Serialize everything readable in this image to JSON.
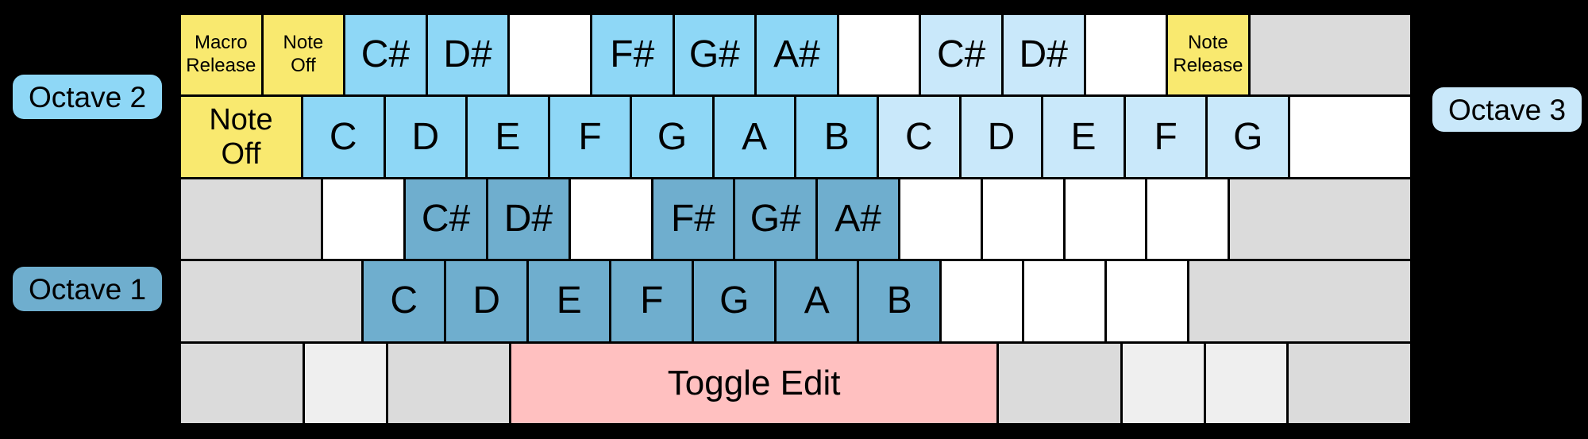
{
  "colors": {
    "background": "#000000",
    "border": "#000000",
    "text": "#000000",
    "octave-1": "#6FAECE",
    "octave-2": "#8ED7F6",
    "octave-3": "#C9E8FA",
    "function-yellow": "#F9E96F",
    "toggle-pink": "#FFC0C0",
    "modifier-gray": "#DBDBDB",
    "modifier-gray-light": "#EFEFEF",
    "blank-white": "#FFFFFF"
  },
  "octave_labels": {
    "octave1": "Octave 1",
    "octave2": "Octave 2",
    "octave3": "Octave 3"
  },
  "rows": [
    {
      "name": "number-row",
      "keys": [
        {
          "label": "Macro\nRelease"
        },
        {
          "label": "Note\nOff"
        },
        {
          "label": "C#"
        },
        {
          "label": "D#"
        },
        {
          "label": ""
        },
        {
          "label": "F#"
        },
        {
          "label": "G#"
        },
        {
          "label": "A#"
        },
        {
          "label": ""
        },
        {
          "label": "C#"
        },
        {
          "label": "D#"
        },
        {
          "label": ""
        },
        {
          "label": "Note\nRelease"
        },
        {
          "label": ""
        }
      ]
    },
    {
      "name": "qwerty-row",
      "keys": [
        {
          "label": "Note\nOff"
        },
        {
          "label": "C"
        },
        {
          "label": "D"
        },
        {
          "label": "E"
        },
        {
          "label": "F"
        },
        {
          "label": "G"
        },
        {
          "label": "A"
        },
        {
          "label": "B"
        },
        {
          "label": "C"
        },
        {
          "label": "D"
        },
        {
          "label": "E"
        },
        {
          "label": "F"
        },
        {
          "label": "G"
        },
        {
          "label": ""
        }
      ]
    },
    {
      "name": "home-row",
      "keys": [
        {
          "label": ""
        },
        {
          "label": ""
        },
        {
          "label": "C#"
        },
        {
          "label": "D#"
        },
        {
          "label": ""
        },
        {
          "label": "F#"
        },
        {
          "label": "G#"
        },
        {
          "label": "A#"
        },
        {
          "label": ""
        },
        {
          "label": ""
        },
        {
          "label": ""
        },
        {
          "label": ""
        },
        {
          "label": ""
        }
      ]
    },
    {
      "name": "zxcv-row",
      "keys": [
        {
          "label": ""
        },
        {
          "label": "C"
        },
        {
          "label": "D"
        },
        {
          "label": "E"
        },
        {
          "label": "F"
        },
        {
          "label": "G"
        },
        {
          "label": "A"
        },
        {
          "label": "B"
        },
        {
          "label": ""
        },
        {
          "label": ""
        },
        {
          "label": ""
        },
        {
          "label": ""
        }
      ]
    },
    {
      "name": "bottom-row",
      "keys": [
        {
          "label": ""
        },
        {
          "label": ""
        },
        {
          "label": ""
        },
        {
          "label": "Toggle Edit"
        },
        {
          "label": ""
        },
        {
          "label": ""
        },
        {
          "label": ""
        },
        {
          "label": ""
        }
      ]
    }
  ]
}
